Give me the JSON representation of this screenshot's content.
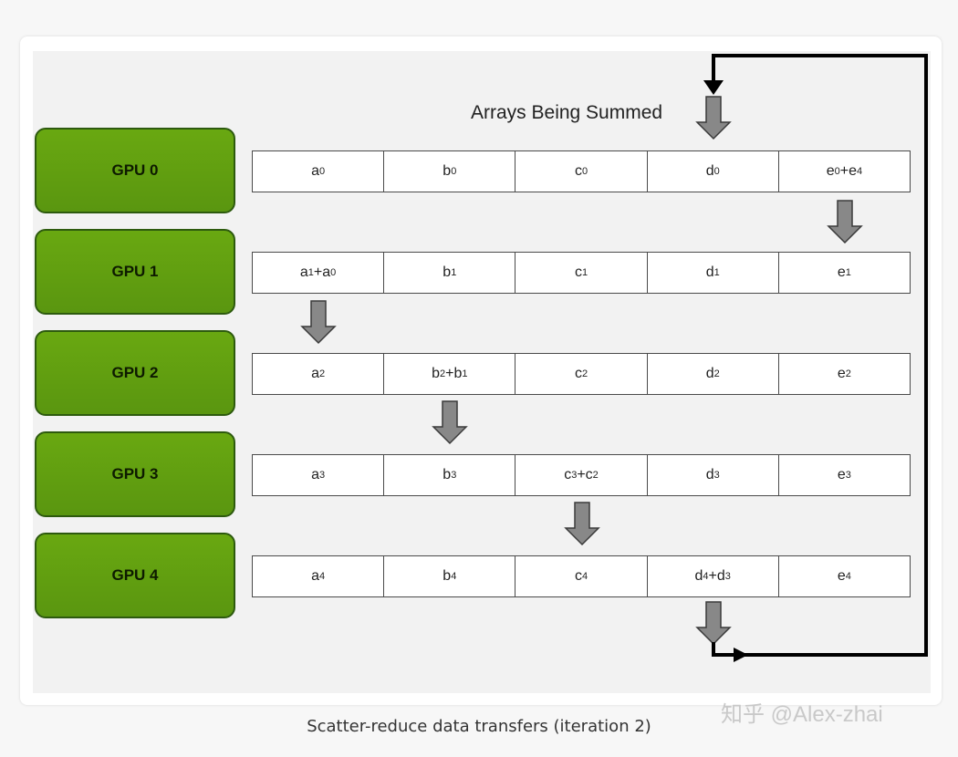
{
  "diagram": {
    "header_label": "Arrays Being Summed",
    "caption": "Scatter-reduce data transfers (iteration 2)",
    "watermark": "知乎 @Alex-zhai",
    "gpus": [
      {
        "label": "GPU 0",
        "cells": [
          [
            "a",
            "0"
          ],
          [
            "b",
            "0"
          ],
          [
            "c",
            "0"
          ],
          [
            "d",
            "0"
          ],
          [
            "e",
            "0",
            "+",
            "e",
            "4"
          ]
        ]
      },
      {
        "label": "GPU 1",
        "cells": [
          [
            "a",
            "1",
            "+",
            "a",
            "0"
          ],
          [
            "b",
            "1"
          ],
          [
            "c",
            "1"
          ],
          [
            "d",
            "1"
          ],
          [
            "e",
            "1"
          ]
        ]
      },
      {
        "label": "GPU 2",
        "cells": [
          [
            "a",
            "2"
          ],
          [
            "b",
            "2",
            "+",
            "b",
            "1"
          ],
          [
            "c",
            "2"
          ],
          [
            "d",
            "2"
          ],
          [
            "e",
            "2"
          ]
        ]
      },
      {
        "label": "GPU 3",
        "cells": [
          [
            "a",
            "3"
          ],
          [
            "b",
            "3"
          ],
          [
            "c",
            "3",
            "+",
            "c",
            "2"
          ],
          [
            "d",
            "3"
          ],
          [
            "e",
            "3"
          ]
        ]
      },
      {
        "label": "GPU 4",
        "cells": [
          [
            "a",
            "4"
          ],
          [
            "b",
            "4"
          ],
          [
            "c",
            "4"
          ],
          [
            "d",
            "4",
            "+",
            "d",
            "3"
          ],
          [
            "e",
            "4"
          ]
        ]
      }
    ],
    "colors": {
      "gpu_fill": "#5e9c10",
      "gpu_border": "#2d5a0e",
      "arrow_fill": "#888888",
      "loop_line": "#000000"
    }
  }
}
